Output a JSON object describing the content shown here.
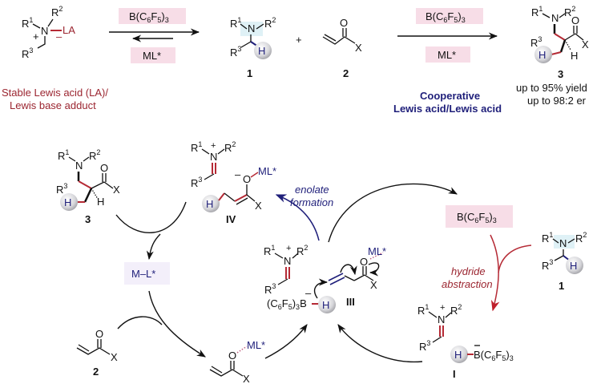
{
  "top_scheme": {
    "adduct": {
      "r1": "R",
      "r1_sup": "1",
      "r2": "R",
      "r2_sup": "2",
      "r3": "R",
      "r3_sup": "3",
      "n": "N",
      "la": "LA",
      "plus": "+",
      "minus": "–",
      "caption_line1": "Stable Lewis acid (LA)/",
      "caption_line2": "Lewis base adduct"
    },
    "equilibrium_arrow": {
      "top_reagent": "B(C6F5)3",
      "bottom_reagent": "ML*"
    },
    "compound1": {
      "label": "1",
      "h": "H",
      "n": "N"
    },
    "plus_sign": "+",
    "compound2": {
      "label": "2",
      "o": "O",
      "x": "X"
    },
    "forward_arrow": {
      "top_reagent": "B(C6F5)3",
      "bottom_reagent": "ML*",
      "caption_line1": "Cooperative",
      "caption_line2": "Lewis acid/Lewis acid"
    },
    "product3": {
      "label": "3",
      "yield": "up to 95% yield",
      "er": "up to 98:2 er"
    }
  },
  "cycle": {
    "species": [
      {
        "id": "3",
        "label": "3"
      },
      {
        "id": "IV",
        "label": "IV"
      },
      {
        "id": "III",
        "label": "III"
      },
      {
        "id": "I",
        "label": "I"
      },
      {
        "id": "1",
        "label": "1"
      },
      {
        "id": "2",
        "label": "2"
      }
    ],
    "catalysts": {
      "borane": "B(C6F5)3",
      "metal": "M–L*"
    },
    "step_labels": {
      "enolate_line1": "enolate",
      "enolate_line2": "formation",
      "hydride_line1": "hydride",
      "hydride_line2": "abstraction"
    },
    "ml_tag": "ML*",
    "borate": "(C6F5)3B",
    "borate_right": "B(C6F5)3"
  },
  "colors": {
    "red_accent": "#9b2530",
    "navy_accent": "#1f1f7a",
    "pink_box": "#f7dde7",
    "lavender_box": "#f3effa",
    "cyan_highlight": "#dff1f6",
    "h_sphere": "#d8d8dc"
  }
}
